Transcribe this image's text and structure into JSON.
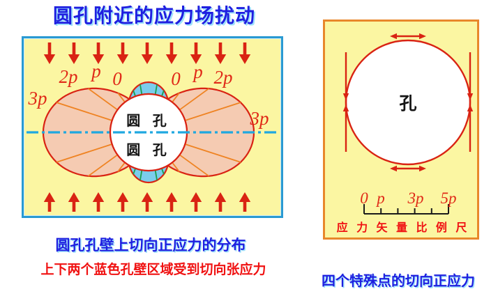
{
  "title": "圆孔附近的应力场扰动",
  "left_panel": {
    "curve_labels": [
      "3p",
      "2p",
      "p",
      "0",
      "0",
      "p",
      "2p",
      "3p"
    ],
    "hole_label_top": "圆 孔",
    "hole_label_bottom": "圆 孔"
  },
  "right_panel": {
    "hole_label": "孔",
    "scale_labels": [
      "0",
      "p",
      "3p",
      "5p"
    ],
    "scale_caption": "应 力 矢 量 比 例 尺"
  },
  "captions": {
    "left_main": "圆孔孔壁上切向正应力的分布",
    "left_sub": "上下两个蓝色孔壁区域受到切向张应力",
    "right_main": "四个特殊点的切向正应力"
  },
  "colors": {
    "title_blue": "#1f1fe0",
    "shadow_cyan": "#9fe2fb",
    "caption_red": "#f01212",
    "label_red": "#e02a18",
    "diagram_red": "#d92313",
    "pink_fill": "#f5cbb2",
    "lens_blue": "#7bcdec",
    "orange_line": "#ef8322",
    "green_line": "#1a9e4d",
    "cyan_line": "#1fa8e0",
    "panel_yellow": "#fbf6a2",
    "left_border": "#2a9ad2",
    "right_border": "#e8872b",
    "ruler_black": "#1a1a1a"
  }
}
